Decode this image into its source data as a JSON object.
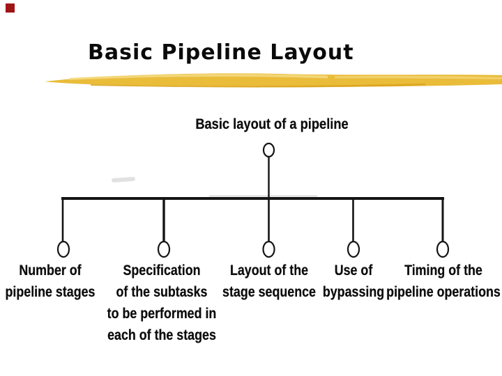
{
  "slide": {
    "title": "Basic Pipeline Layout",
    "corner_marker_color": "#9E1417",
    "brush_colors": {
      "base": "#E9BC3A",
      "light": "#F4D87E",
      "dark": "#D9A21B"
    }
  },
  "diagram": {
    "heading": "Basic layout of a pipeline",
    "line_color": "#141414",
    "branches": [
      {
        "label_lines": [
          "Number of",
          "pipeline stages"
        ]
      },
      {
        "label_lines": [
          "Specification",
          "of the subtasks",
          "to be performed in",
          "each of the stages"
        ]
      },
      {
        "label_lines": [
          "Layout of the",
          "stage sequence"
        ]
      },
      {
        "label_lines": [
          "Use of",
          "bypassing"
        ]
      },
      {
        "label_lines": [
          "Timing of the",
          "pipeline operations"
        ]
      }
    ]
  }
}
